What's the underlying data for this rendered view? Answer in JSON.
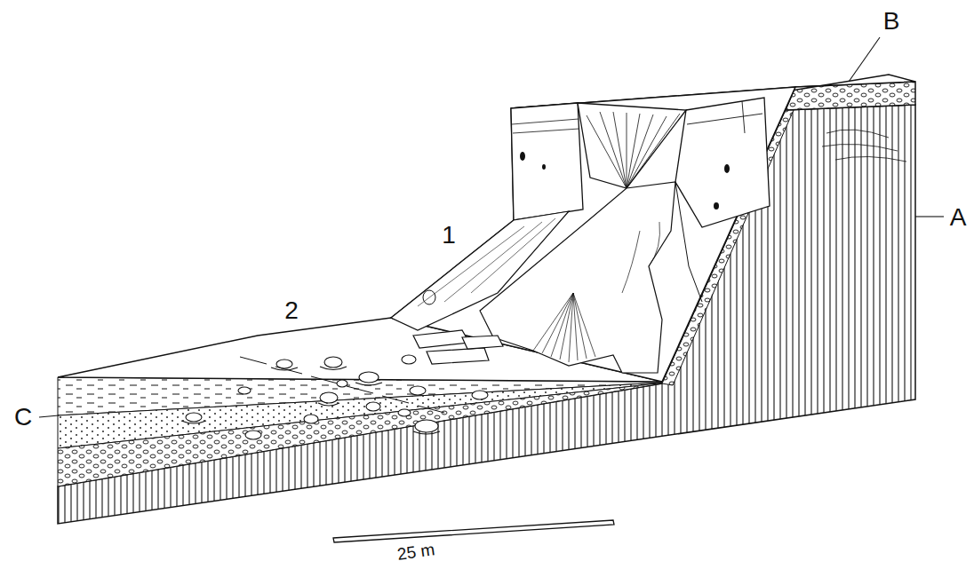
{
  "diagram": {
    "labels": [
      "B",
      "A",
      "1",
      "2",
      "C",
      "25 m"
    ]
  }
}
